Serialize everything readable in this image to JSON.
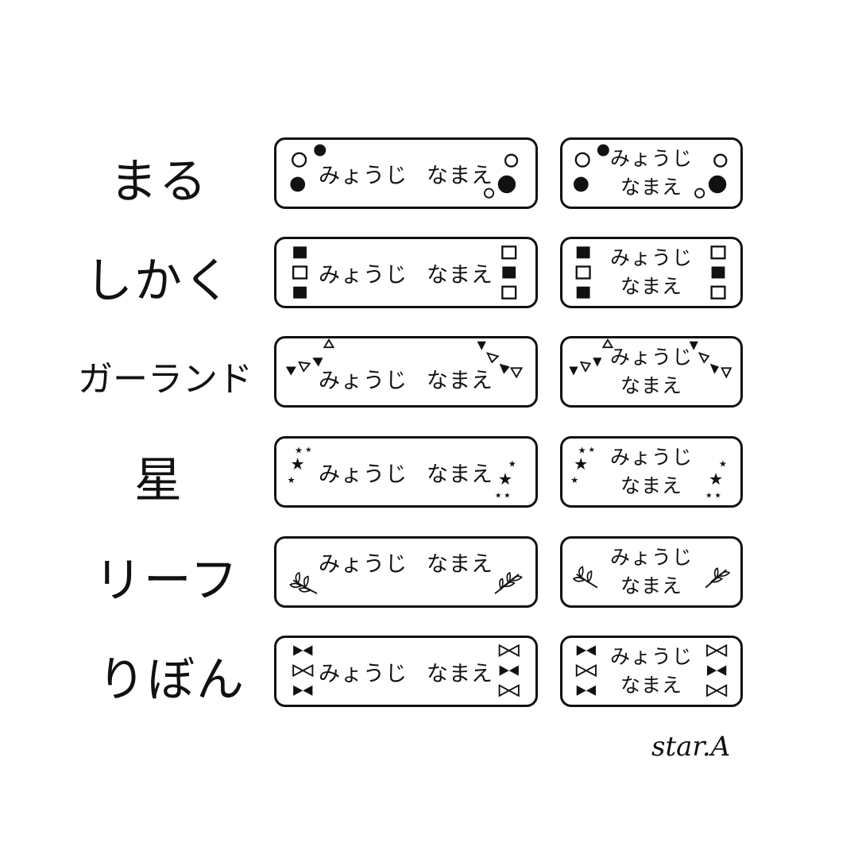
{
  "rows": [
    {
      "id": "maru",
      "label": "まる",
      "surname": "みょうじ",
      "given": "なまえ",
      "decoration": "circle-icon"
    },
    {
      "id": "shikaku",
      "label": "しかく",
      "surname": "みょうじ",
      "given": "なまえ",
      "decoration": "square-icon"
    },
    {
      "id": "garland",
      "label": "ガーランド",
      "surname": "みょうじ",
      "given": "なまえ",
      "decoration": "garland-icon"
    },
    {
      "id": "hoshi",
      "label": "星",
      "surname": "みょうじ",
      "given": "なまえ",
      "decoration": "star-icon"
    },
    {
      "id": "leaf",
      "label": "リーフ",
      "surname": "みょうじ",
      "given": "なまえ",
      "decoration": "leaf-icon"
    },
    {
      "id": "ribbon",
      "label": "りぼん",
      "surname": "みょうじ",
      "given": "なまえ",
      "decoration": "ribbon-icon"
    }
  ],
  "watermark": "star.A",
  "colors": {
    "ink": "#111111",
    "background": "#ffffff"
  }
}
